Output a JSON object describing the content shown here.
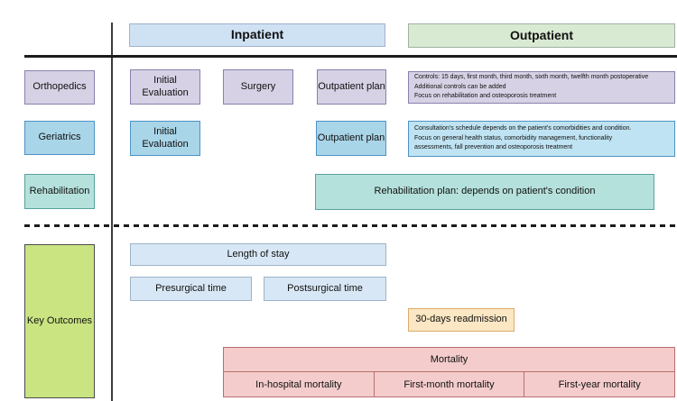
{
  "phases": {
    "inpatient": "Inpatient",
    "outpatient": "Outpatient"
  },
  "orthopedics": {
    "label": "Orthopedics",
    "initial_evaluation": "Initial Evaluation",
    "surgery": "Surgery",
    "outpatient_plan": "Outpatient plan",
    "note": "Controls: 15 days, first month, third month, sixth month, twelfth month postoperative\nAdditional controls can be added\nFocus on rehabilitation and osteoporosis treatment"
  },
  "geriatrics": {
    "label": "Geriatrics",
    "initial_evaluation": "Initial Evaluation",
    "outpatient_plan": "Outpatient plan",
    "note": "Consultation's schedule depends on the patient's comorbidities and condition.\nFocus on general health status, comorbidity management, functionality\nassessments, fall prevention and osteoporosis treatment"
  },
  "rehabilitation": {
    "label": "Rehabilitation",
    "plan": "Rehabilitation plan: depends on patient's condition"
  },
  "key_outcomes": {
    "label": "Key Outcomes",
    "length_of_stay": "Length of stay",
    "presurgical_time": "Presurgical time",
    "postsurgical_time": "Postsurgical time",
    "readmission": "30-days readmission",
    "mortality": {
      "title": "Mortality",
      "in_hospital": "In-hospital mortality",
      "first_month": "First-month mortality",
      "first_year": "First-year mortality"
    }
  },
  "colors": {
    "inpatient_header": "#cfe2f3",
    "outpatient_header": "#d9ead3",
    "orthopedics_row": "#d6d1e4",
    "geriatrics_row": "#a9d5e8",
    "rehabilitation_row": "#b5e1dc",
    "key_outcomes_box": "#c9e481",
    "outcome_blue": "#d8e7f5",
    "readmission_orange": "#fbe7c3",
    "mortality_pink": "#f4cccc"
  }
}
